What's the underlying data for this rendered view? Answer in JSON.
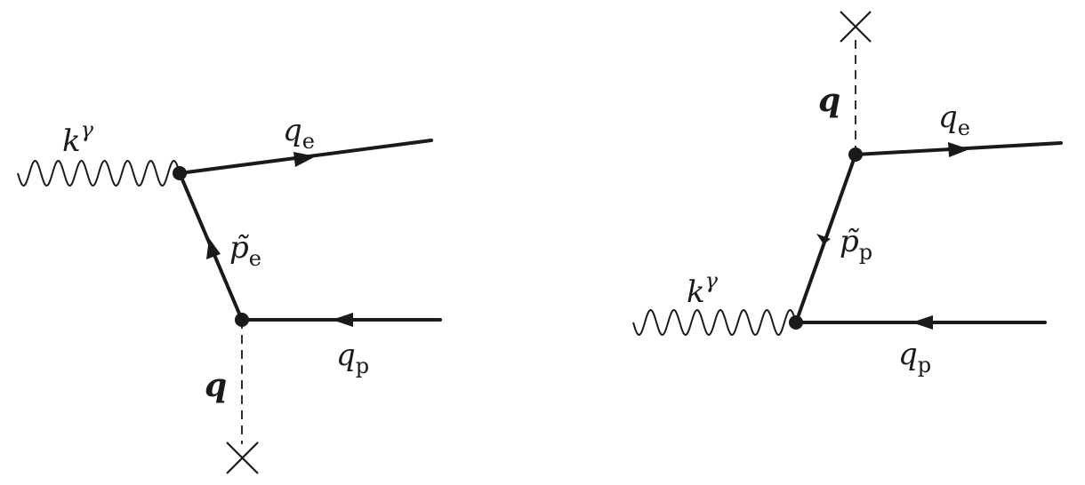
{
  "diagrams": [
    {
      "photon": {
        "main": "k",
        "sup": "γ"
      },
      "outgoing": {
        "main": "q",
        "sub": "e"
      },
      "propagator": {
        "main": "p̃",
        "sub": "e"
      },
      "incoming": {
        "main": "q",
        "sub": "p"
      },
      "external": "q"
    },
    {
      "photon": {
        "main": "k",
        "sup": "γ"
      },
      "outgoing": {
        "main": "q",
        "sub": "e"
      },
      "propagator": {
        "main": "p̃",
        "sub": "p"
      },
      "incoming": {
        "main": "q",
        "sub": "p"
      },
      "external": "q"
    }
  ]
}
